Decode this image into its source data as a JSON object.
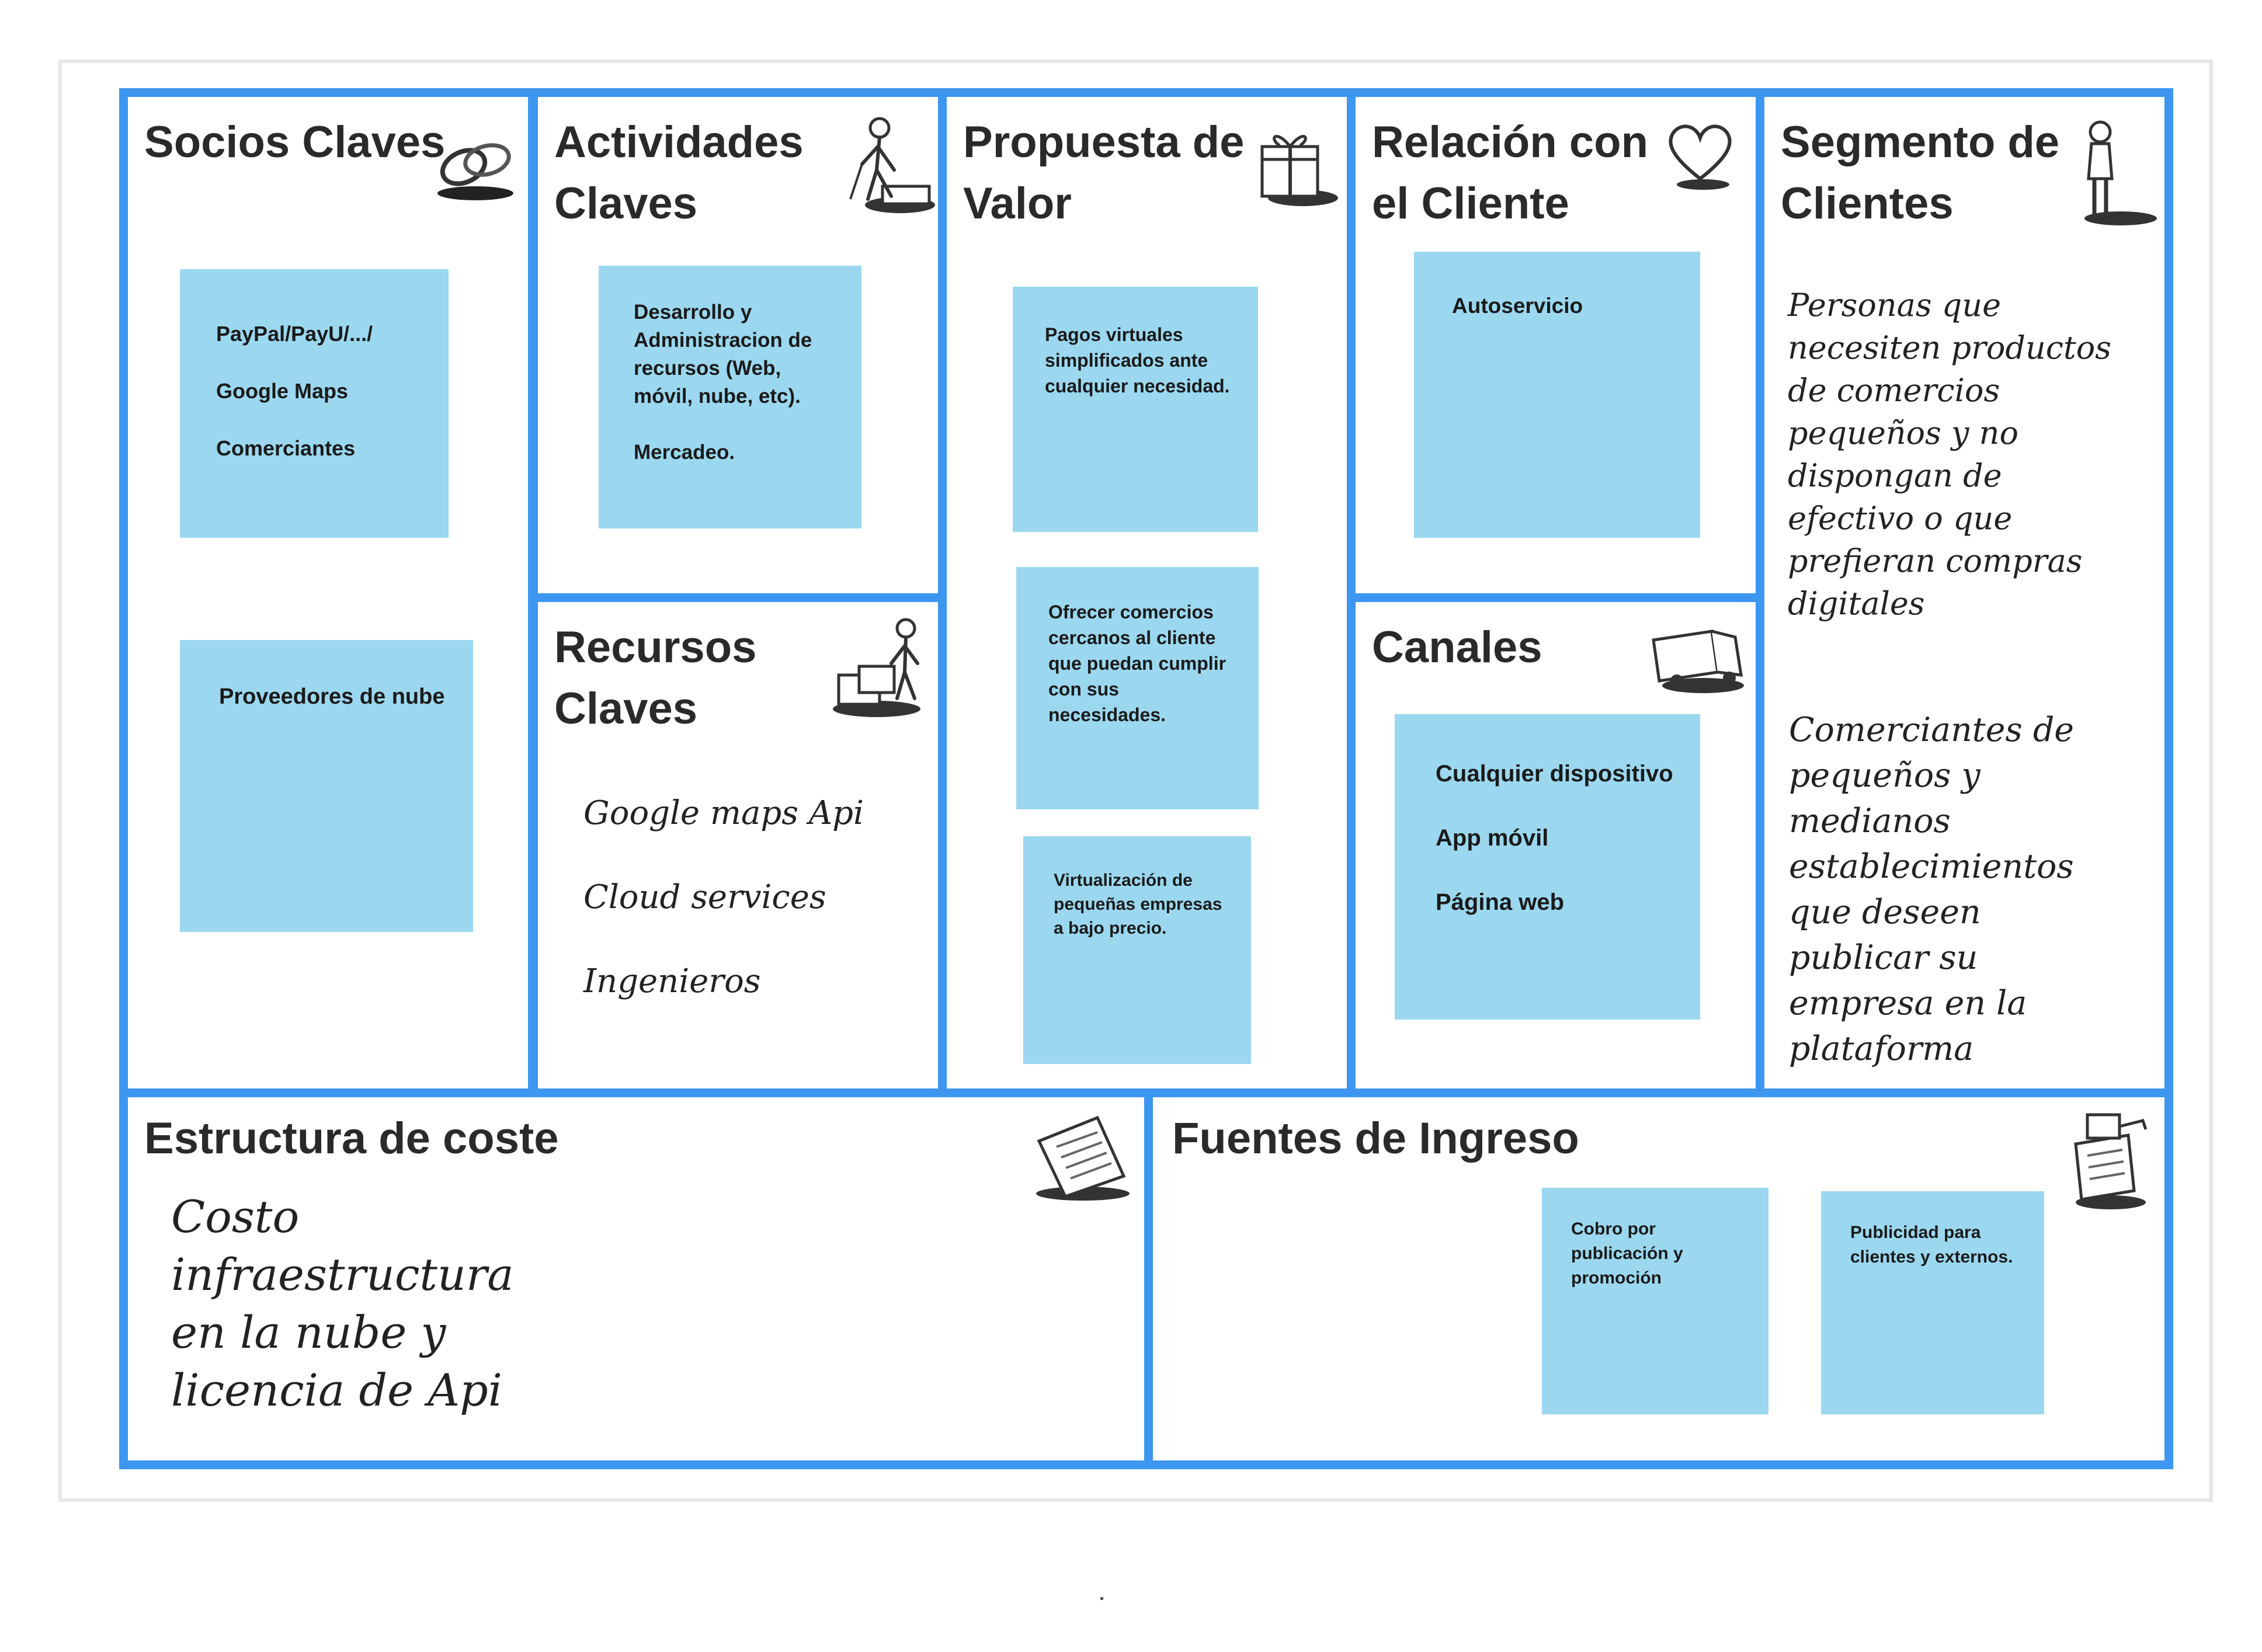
{
  "canvas": {
    "socios": {
      "title": [
        "Socios Claves"
      ],
      "icon": "chain-links-icon",
      "notes": [
        [
          "PayPal/PayU/.../",
          "Google Maps",
          "Comerciantes"
        ],
        [
          "Proveedores de nube"
        ]
      ]
    },
    "actividades": {
      "title": [
        "Actividades",
        "Claves"
      ],
      "icon": "worker-icon",
      "note": [
        "Desarrollo y Administracion de recursos (Web, móvil, nube, etc).",
        "Mercadeo."
      ]
    },
    "recursos": {
      "title": [
        "Recursos",
        "Claves"
      ],
      "icon": "worker-with-boxes-icon",
      "items": [
        "Google maps Api",
        "Cloud services",
        "Ingenieros"
      ]
    },
    "propuesta": {
      "title": [
        "Propuesta de",
        "Valor"
      ],
      "icon": "gift-icon",
      "notes": [
        "Pagos virtuales simplificados ante cualquier necesidad.",
        "Ofrecer comercios cercanos al cliente que puedan cumplir con sus necesidades.",
        "Virtualización de pequeñas empresas a bajo precio."
      ]
    },
    "relacion": {
      "title": [
        "Relación con",
        "el Cliente"
      ],
      "icon": "heart-icon",
      "note": "Autoservicio"
    },
    "canales": {
      "title": [
        "Canales"
      ],
      "icon": "truck-icon",
      "note": [
        "Cualquier dispositivo",
        "App móvil",
        "Página web"
      ]
    },
    "segmento": {
      "title": [
        "Segmento de",
        "Clientes"
      ],
      "icon": "person-icon",
      "text1": "Personas que necesiten productos de comercios pequeños y no dispongan de efectivo o que prefieran compras digitales",
      "text2": "Comerciantes de pequeños y medianos establecimientos que deseen publicar su empresa en la plataforma"
    },
    "estructura": {
      "title": [
        "Estructura de coste"
      ],
      "icon": "invoice-icon",
      "text": "Costo infraestructura en la nube y licencia de Api"
    },
    "fuentes": {
      "title": [
        "Fuentes de Ingreso"
      ],
      "icon": "cash-register-icon",
      "notes": [
        "Cobro por publicación y promoción",
        "Publicidad para clientes y externos."
      ]
    }
  },
  "colors": {
    "border": "#3d96f0",
    "note": "#9bd8f0"
  }
}
